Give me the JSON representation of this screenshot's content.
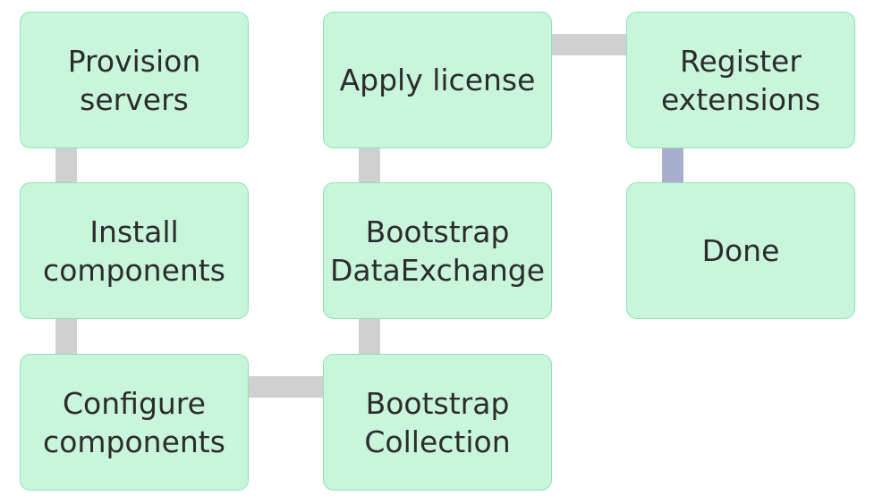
{
  "diagram": {
    "steps": [
      {
        "id": "provision-servers",
        "label": "Provision\nservers"
      },
      {
        "id": "install-components",
        "label": "Install\ncomponents"
      },
      {
        "id": "configure-components",
        "label": "Configure\ncomponents"
      },
      {
        "id": "bootstrap-collection",
        "label": "Bootstrap\nCollection"
      },
      {
        "id": "bootstrap-dataexchange",
        "label": "Bootstrap\nDataExchange"
      },
      {
        "id": "apply-license",
        "label": "Apply license"
      },
      {
        "id": "register-extensions",
        "label": "Register\nextensions"
      },
      {
        "id": "done",
        "label": "Done"
      }
    ],
    "connections": [
      {
        "from": "provision-servers",
        "to": "install-components"
      },
      {
        "from": "install-components",
        "to": "configure-components"
      },
      {
        "from": "configure-components",
        "to": "bootstrap-collection"
      },
      {
        "from": "bootstrap-collection",
        "to": "bootstrap-dataexchange"
      },
      {
        "from": "bootstrap-dataexchange",
        "to": "apply-license"
      },
      {
        "from": "apply-license",
        "to": "register-extensions"
      },
      {
        "from": "register-extensions",
        "to": "done"
      }
    ],
    "colors": {
      "box_fill": "#c9f5dc",
      "box_border": "#8fe3b4",
      "connector": "#d0d0d0",
      "final_connector": "#a9aecc",
      "text": "#2c2c2c"
    }
  }
}
